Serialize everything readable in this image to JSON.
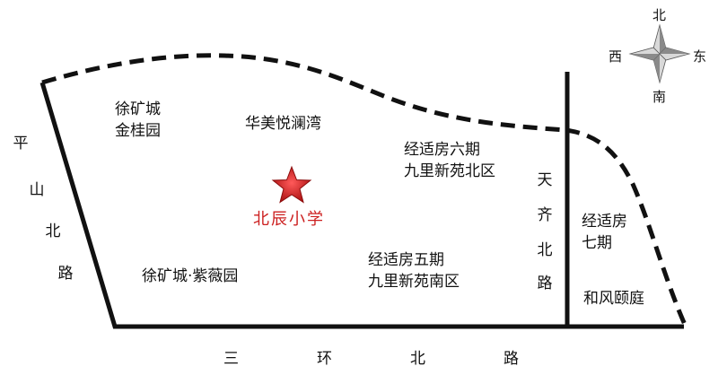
{
  "compass": {
    "north": "北",
    "south": "南",
    "east": "东",
    "west": "西"
  },
  "school": {
    "label": "北辰小学",
    "marker_color": "#cc1f1f"
  },
  "areas": [
    {
      "line1": "徐矿城",
      "line2": "金桂园"
    },
    {
      "line1": "华美悦澜湾"
    },
    {
      "line1": "经适房六期",
      "line2": "九里新苑北区"
    },
    {
      "line1": "徐矿城·紫薇园"
    },
    {
      "line1": "经适房五期",
      "line2": "九里新苑南区"
    },
    {
      "line1": "经适房",
      "line2": "七期"
    },
    {
      "line1": "和风颐庭"
    }
  ],
  "roads": {
    "west": [
      "平",
      "山",
      "北",
      "路"
    ],
    "south": [
      "三",
      "环",
      "北",
      "路"
    ],
    "middle": [
      "天",
      "齐",
      "北",
      "路"
    ]
  }
}
